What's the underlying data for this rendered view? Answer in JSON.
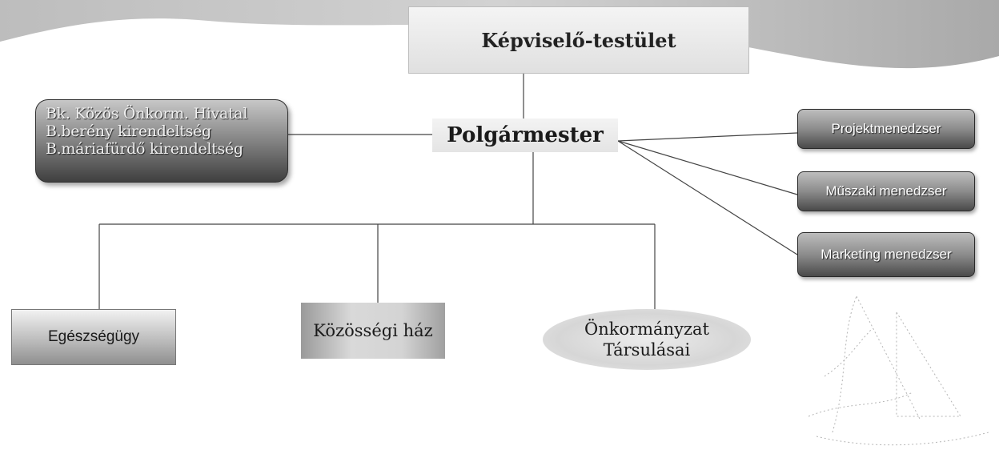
{
  "org_chart": {
    "council": "Képviselő-testület",
    "mayor": "Polgármester",
    "office": {
      "lines": [
        "Bk. Közös Önkorm. Hivatal",
        "B.berény kirendeltség",
        "B.máriafürdő kirendeltség"
      ]
    },
    "managers": [
      "Projektmenedzser",
      "Műszaki menedzser",
      "Marketing menedzser"
    ],
    "units": [
      "Egészségügy",
      "Közösségi ház"
    ],
    "association": {
      "line1": "Önkormányzat",
      "line2": "Társulásai"
    }
  },
  "colors": {
    "banner": "#c8c8c8",
    "box_dark": "#4a4a4a",
    "line": "#444444"
  }
}
